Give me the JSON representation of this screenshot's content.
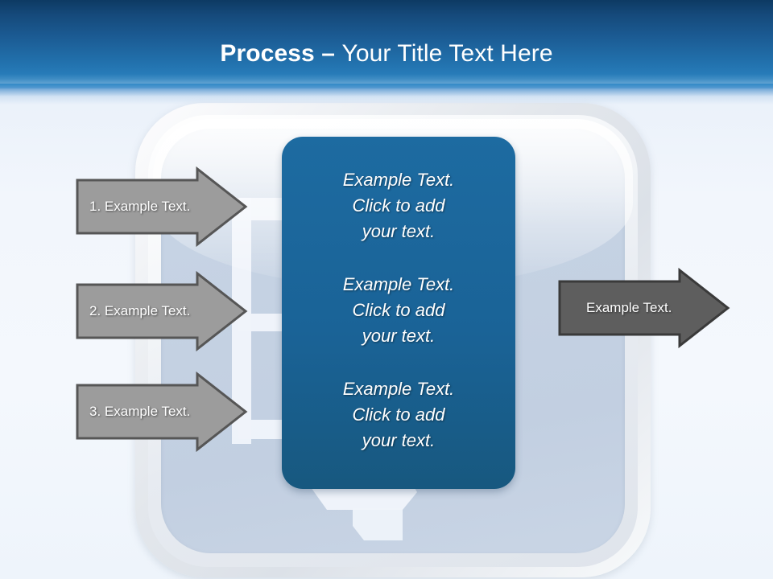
{
  "slide": {
    "title": {
      "strong": "Process",
      "dash": " – ",
      "rest": "Your Title Text Here"
    },
    "colors": {
      "header_dark": "#0d3a63",
      "header_light": "#2f88c6",
      "background": "#eff4fb",
      "panel_blue": "#1a6397",
      "arrow_gray": "#9c9c9c",
      "arrow_gray_dark": "#5e5e5e",
      "arrow_outline": "#565656",
      "frame_interior": "#c5d2e3",
      "text_white": "#ffffff"
    }
  },
  "inputs": [
    {
      "label": "1. Example Text.",
      "name": "input-arrow-1"
    },
    {
      "label": "2. Example Text.",
      "name": "input-arrow-2"
    },
    {
      "label": "3. Example Text.",
      "name": "input-arrow-3"
    }
  ],
  "center": {
    "blocks": [
      "Example Text.\nClick  to add\nyour text.",
      "Example Text.\nClick  to add\nyour text.",
      "Example Text.\nClick  to add\nyour text."
    ]
  },
  "output": {
    "label": "Example Text."
  },
  "icons": {
    "arrow_right": "arrow-right-icon",
    "watermark": "abstract-figure-watermark"
  }
}
